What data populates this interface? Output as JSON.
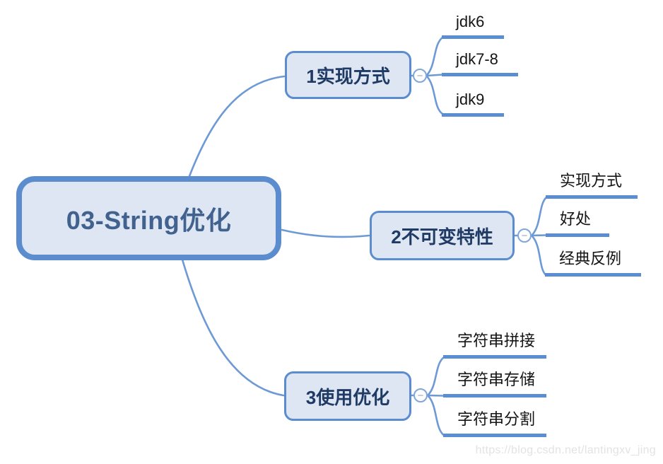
{
  "mindmap": {
    "root": {
      "label": "03-String优化"
    },
    "branches": [
      {
        "label": "1实现方式",
        "children": [
          "jdk6",
          "jdk7-8",
          "jdk9"
        ]
      },
      {
        "label": "2不可变特性",
        "children": [
          "实现方式",
          "好处",
          "经典反例"
        ]
      },
      {
        "label": "3使用优化",
        "children": [
          "字符串拼接",
          "字符串存储",
          "字符串分割"
        ]
      }
    ]
  },
  "icons": {
    "collapse_minus": "−"
  },
  "colors": {
    "node_border_blue": "#5b8cce",
    "node_fill": "#dde6f2",
    "connector_blue": "#6d9ad5",
    "leaf_underline_blue": "#5b8dd2",
    "root_text": "#41618f",
    "branch_text": "#1f3a64",
    "leaf_text": "#141414",
    "collapse_circle_border": "#7fa7dc",
    "watermark_gray": "#e3e3e6"
  },
  "watermark": {
    "text": "https://blog.csdn.net/lantingxv_jing"
  }
}
